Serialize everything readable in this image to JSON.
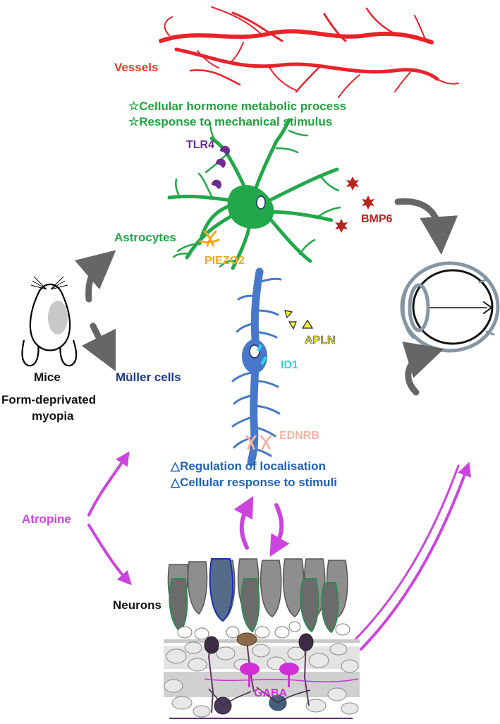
{
  "labels": {
    "vessels": "Vessels",
    "go_green_1": "☆Cellular hormone metabolic process",
    "go_green_2": "☆Response to mechanical stimulus",
    "tlr4": "TLR4",
    "bmp6": "BMP6",
    "astrocytes": "Astrocytes",
    "piezo2": "PIEZO2",
    "apln": "APLN",
    "id1": "ID1",
    "muller": "Müller cells",
    "mice": "Mice",
    "fdm_1": "Form-deprivated",
    "fdm_2": "myopia",
    "ednrb": "EDNRB",
    "go_blue_1": "△Regulation of localisation",
    "go_blue_2": "△Cellular response to stimuli",
    "atropine": "Atropine",
    "neurons": "Neurons",
    "gaba": "GABA"
  },
  "colors": {
    "vessel_red": "#e8232a",
    "vessels_label": "#d8402a",
    "astro_green": "#22a84a",
    "go_green": "#23a23f",
    "tlr4_purple": "#6a2d8f",
    "bmp6_red": "#b5241f",
    "piezo2_orange": "#f2a81d",
    "muller_blue": "#4778c9",
    "muller_label": "#1e3a8c",
    "id1_cyan": "#2fd7e6",
    "apln_yellow": "#f5ee3a",
    "ednrb_peach": "#f2b5a4",
    "atropine_magenta": "#cc44dd",
    "cycle_gray": "#666666",
    "eye_gray": "#8595a3",
    "gaba_magenta": "#d02fd8"
  }
}
